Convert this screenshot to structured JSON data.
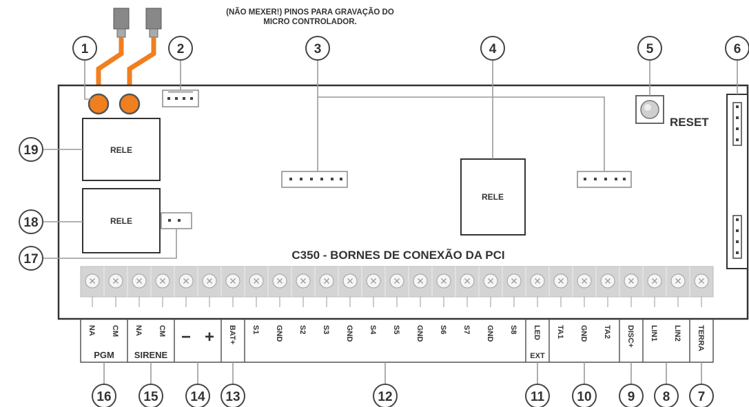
{
  "note": {
    "line1": "(NÃO MEXER!) PINOS PARA GRAVAÇÃO DO",
    "line2": "MICRO CONTROLADOR."
  },
  "board": {
    "title": "C350 - BORNES DE CONEXÃO DA PCI",
    "reset_label": "RESET",
    "relays": [
      "RELE",
      "RELE",
      "RELE"
    ]
  },
  "callouts": [
    "1",
    "2",
    "3",
    "4",
    "5",
    "6",
    "7",
    "8",
    "9",
    "10",
    "11",
    "12",
    "13",
    "14",
    "15",
    "16",
    "17",
    "18",
    "19"
  ],
  "terminals": [
    "NA",
    "CM",
    "NA",
    "CM",
    "−",
    "+",
    "BAT+",
    "S1",
    "GND",
    "S2",
    "S3",
    "GND",
    "S4",
    "S5",
    "GND",
    "S6",
    "S7",
    "GND",
    "S8",
    "LED",
    "TA1",
    "GND",
    "TA2",
    "DISC+",
    "LIN1",
    "LIN2",
    "TERRA"
  ],
  "groups": {
    "pgm": "PGM",
    "sirene": "SIRENE",
    "led_ext": "EXT"
  },
  "colors": {
    "wire": "#f07f1f",
    "outline": "#333333",
    "terminal_block": "#d4d4d4",
    "leader": "#999999"
  }
}
